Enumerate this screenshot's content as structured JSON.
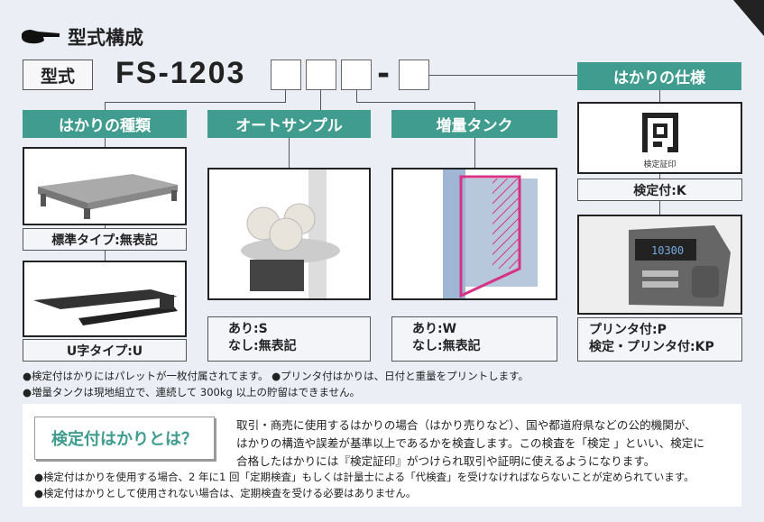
{
  "header": {
    "title": "型式構成",
    "model_label": "型式",
    "model_number": "FS-1203",
    "dash": "-"
  },
  "categories": [
    {
      "title": "はかりの種類",
      "options": [
        {
          "label": "標準タイプ:無表記"
        },
        {
          "label": "U字タイプ:U"
        }
      ]
    },
    {
      "title": "オートサンプル",
      "lines": [
        "あり:S",
        "なし:無表記"
      ]
    },
    {
      "title": "増量タンク",
      "lines": [
        "あり:W",
        "なし:無表記"
      ]
    },
    {
      "title": "はかりの仕様",
      "stamp_caption": "検定証印",
      "option1": "検定付:K",
      "lines": [
        "プリンタ付:P",
        "検定・プリンタ付:KP"
      ],
      "display_reading": "10300"
    }
  ],
  "notes": [
    "●検定付はかりにはパレットが一枚付属されてます。 ●プリンタ付はかりは、日付と重量をプリントします。",
    "●増量タンクは現地組立で、連続して 300kg 以上の貯留はできません。"
  ],
  "info": {
    "callout": "検定付はかりとは？",
    "body": [
      "取引・商売に使用するはかりの場合（はかり売りなど）、国や都道府県などの公的機関が、",
      "はかりの構造や誤差が基準以上であるかを検査します。この検査を「検定 」といい、検定に",
      "合格したはかりには『検定証印』がつけられ取引や証明に使えるようになります。"
    ],
    "bullets": [
      "●検定付はかりを使用する場合、2 年に1 回「定期検査」もしくは計量士による「代検査」を受けなければならないことが定められています。",
      "●検定付はかりとして使用されない場合は、定期検査を受ける必要はありません。"
    ]
  },
  "colors": {
    "accent": "#3f9c8e",
    "background": "#eceef5"
  }
}
